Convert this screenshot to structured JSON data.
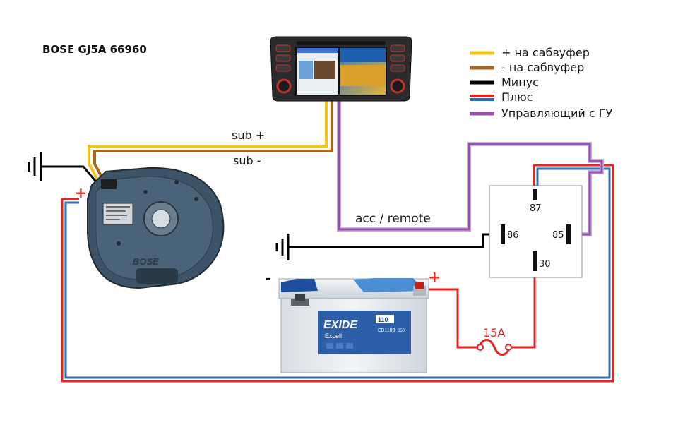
{
  "title": "BOSE GJ5A 66960",
  "legend": [
    {
      "label": "+ на сабвуфер",
      "colors": [
        "#f2c71b"
      ]
    },
    {
      "label": "- на сабвуфер",
      "colors": [
        "#a8651c"
      ]
    },
    {
      "label": "Минус",
      "colors": [
        "#000000"
      ]
    },
    {
      "label": "Плюс",
      "colors": [
        "#e52421",
        "#2e6db4"
      ]
    },
    {
      "label": "Управляющий с ГУ",
      "colors": [
        "#9b4fb5"
      ]
    }
  ],
  "wire_labels": {
    "sub_plus": "sub +",
    "sub_minus": "sub -",
    "acc_remote": "acc / remote",
    "fuse": "15A"
  },
  "relay_pins": {
    "p87": "87",
    "p86": "86",
    "p85": "85",
    "p30": "30"
  },
  "polarity": {
    "plus": "+",
    "minus": "-"
  },
  "battery": {
    "brand": "EXIDE",
    "series": "Excell",
    "capacity": "110",
    "model": "EB1100",
    "cca": "850"
  },
  "subwoofer": {
    "brand": "BOSE"
  },
  "colors": {
    "yellow": "#f2c71b",
    "brown": "#a8651c",
    "black": "#000000",
    "red": "#e52421",
    "blue": "#2e6db4",
    "purple": "#9b4fb5",
    "purple_light": "#c9b3d3"
  }
}
